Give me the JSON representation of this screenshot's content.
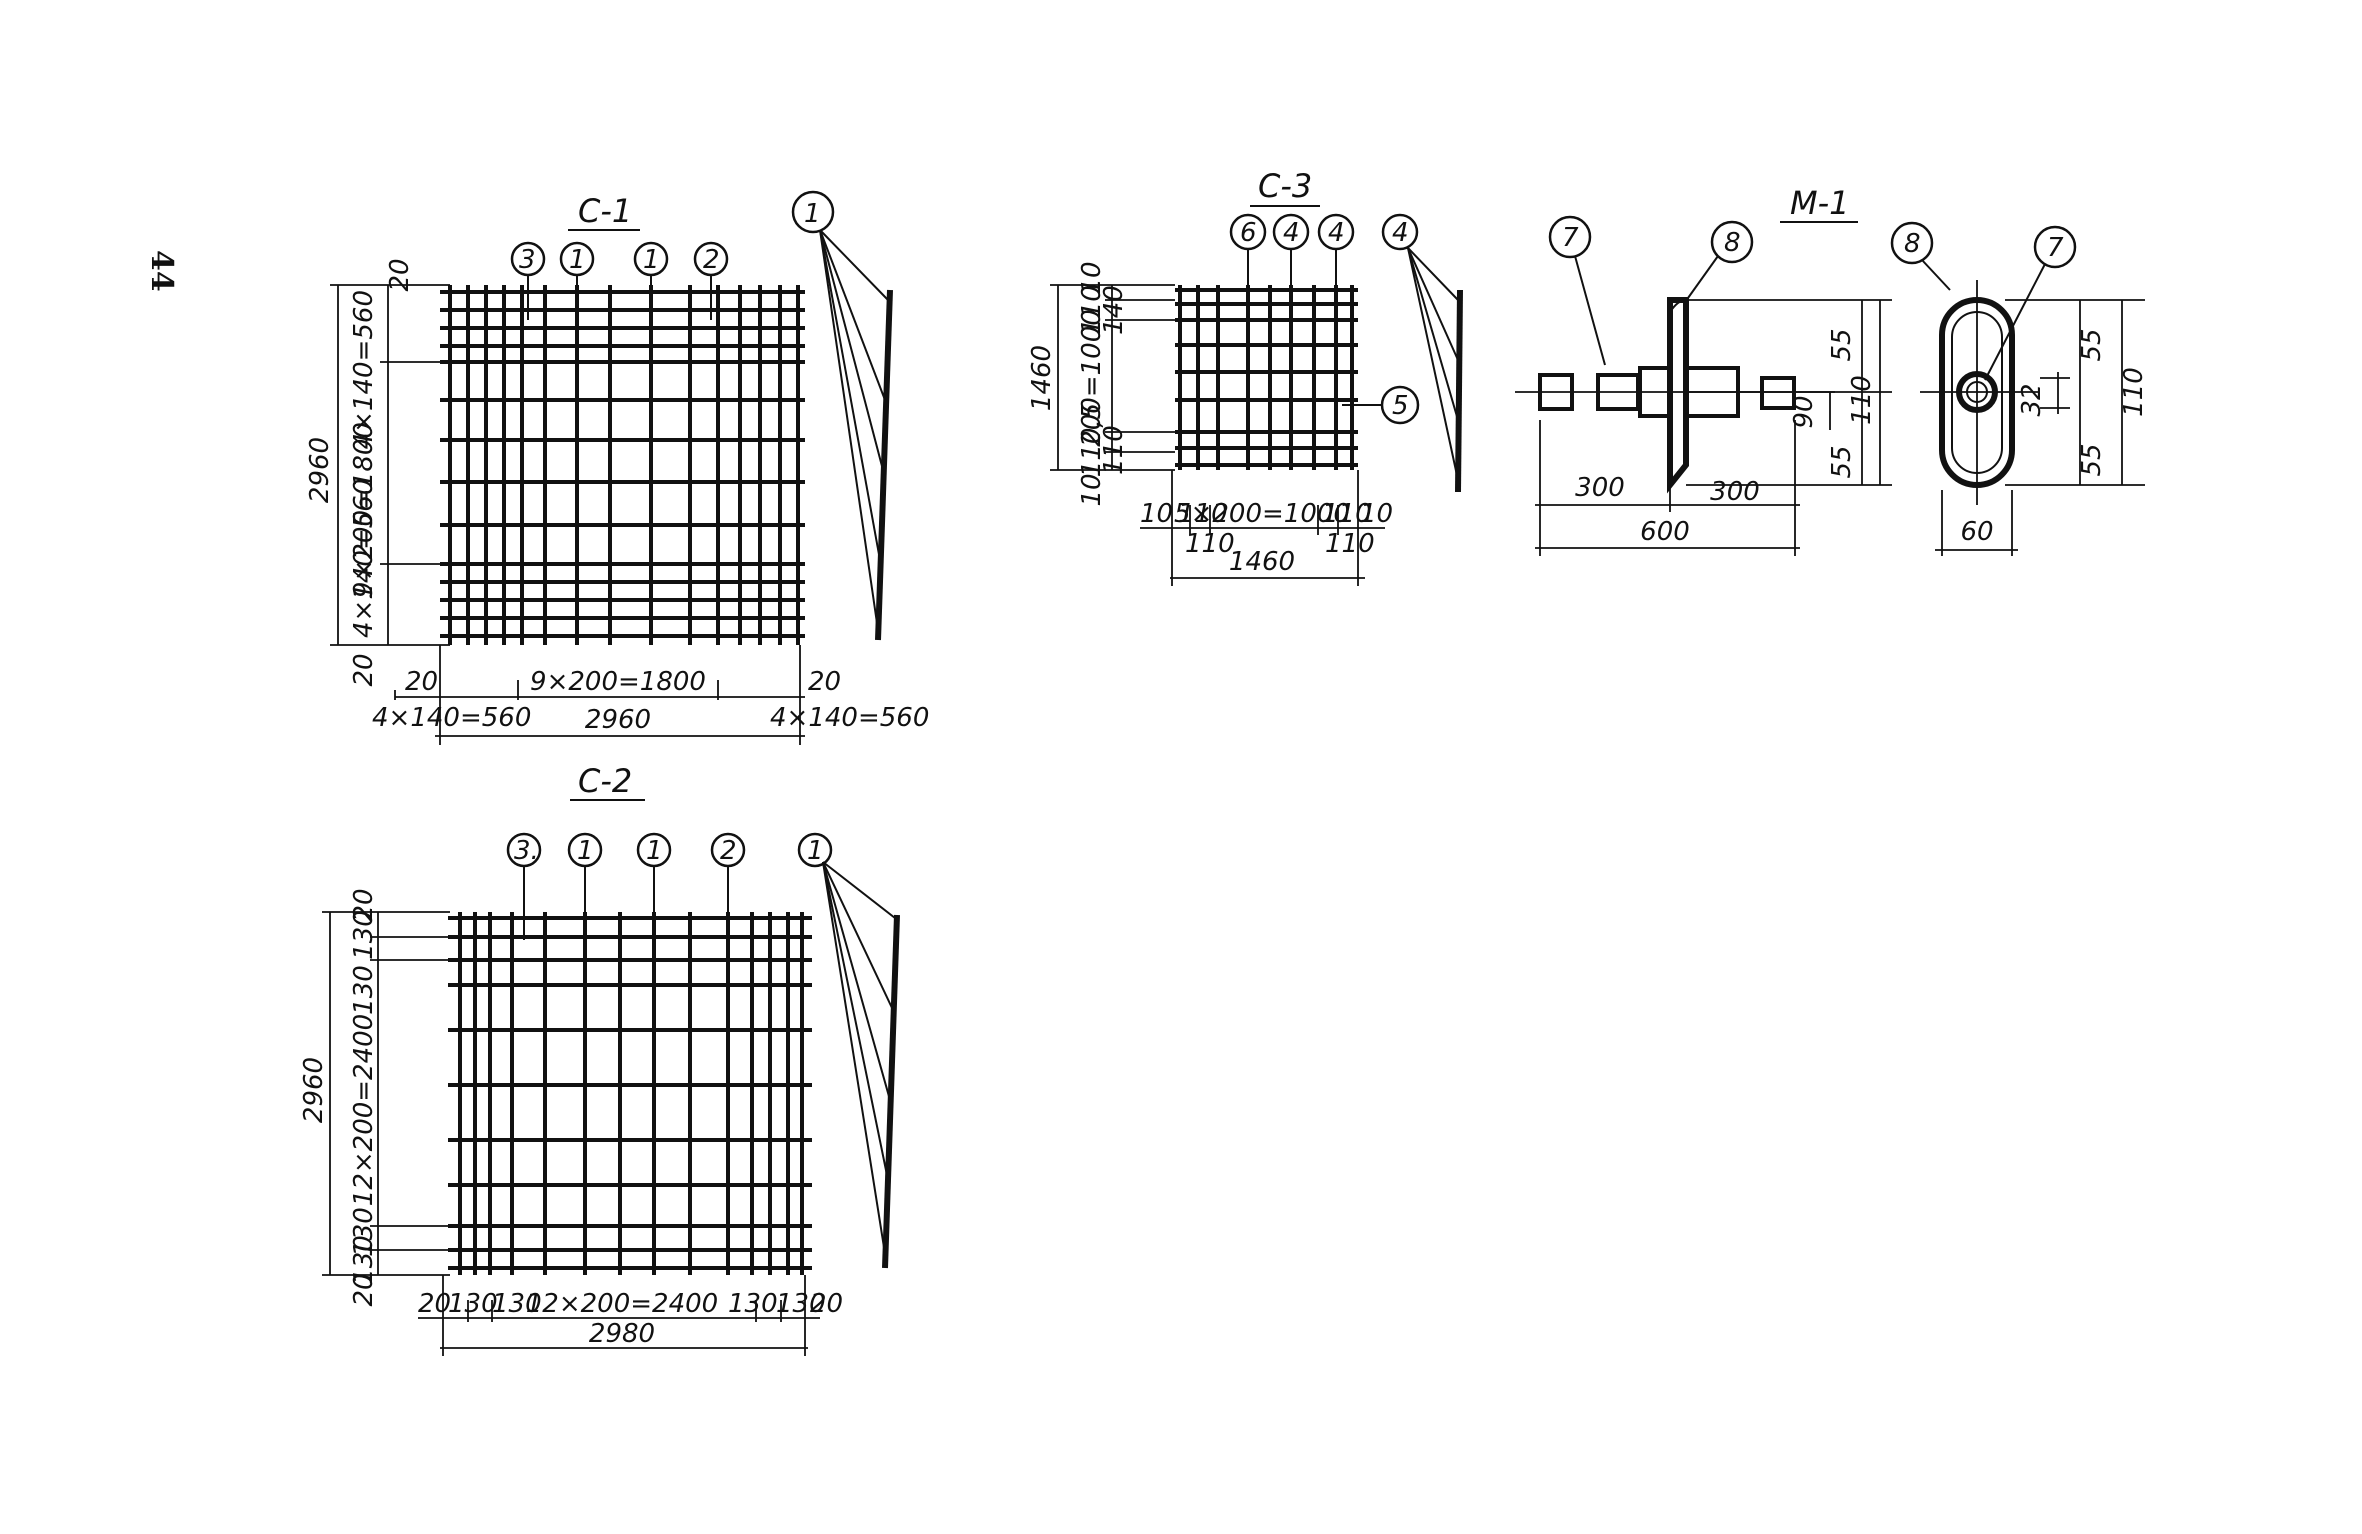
{
  "page_number": "44",
  "c1": {
    "title": "С-1",
    "marks": [
      "3",
      "1",
      "1",
      "2",
      "1"
    ],
    "dims_left": [
      "4×140=560",
      "9×200=1800",
      "4×140=560",
      "2960",
      "20",
      "20"
    ],
    "dims_bottom": [
      "20",
      "9×200=1800",
      "20",
      "4×140=560",
      "2960",
      "4×140=560"
    ]
  },
  "c2": {
    "title": "С-2",
    "marks": [
      "3.",
      "1",
      "1",
      "2",
      "1"
    ],
    "dims_left": [
      "20",
      "130",
      "130",
      "12×200=2400",
      "130",
      "130",
      "20",
      "2960"
    ],
    "dims_bottom": [
      "20",
      "130",
      "130",
      "12×200=2400",
      "130",
      "130",
      "20",
      "2980"
    ]
  },
  "c3": {
    "title": "С-3",
    "marks": [
      "6",
      "4",
      "4",
      "4",
      "5"
    ],
    "dims_left": [
      "10",
      "110",
      "140",
      "1460",
      "200=1000",
      "110,5",
      "110",
      "10"
    ],
    "dims_bottom": [
      "10",
      "110",
      "5×200=1000",
      "110",
      "10",
      "110",
      "110",
      "1460"
    ]
  },
  "m1": {
    "title": "М-1",
    "marks": [
      "7",
      "8",
      "8",
      "7"
    ],
    "dims": [
      "55",
      "55",
      "110",
      "90",
      "300",
      "300",
      "600",
      "55",
      "55",
      "110",
      "32",
      "60"
    ]
  }
}
